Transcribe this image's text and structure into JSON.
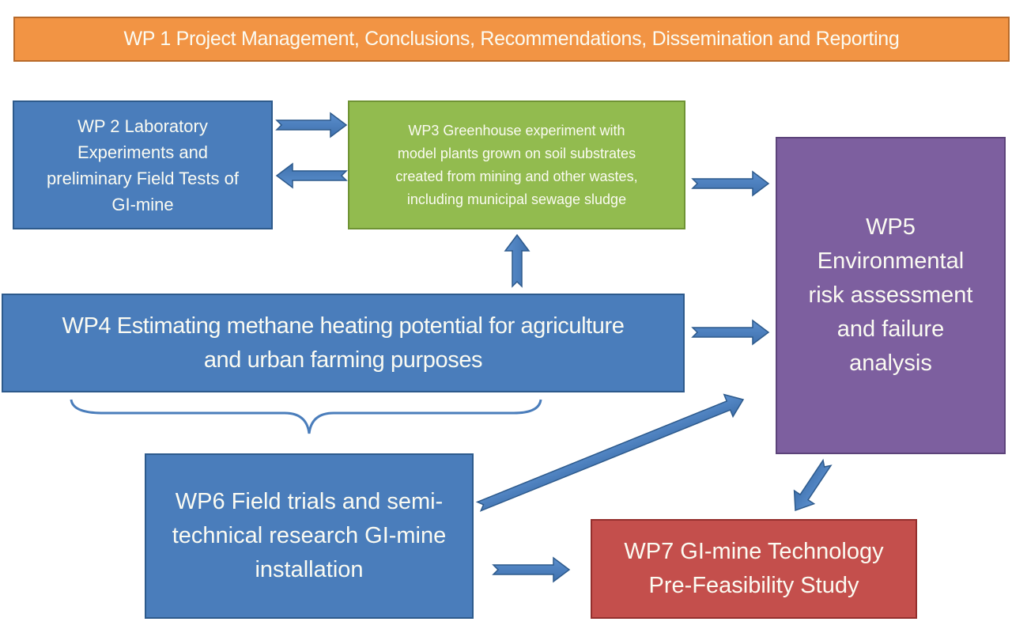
{
  "diagram": {
    "type": "work-package-flow",
    "colors": {
      "orange": "#f29444",
      "blue": "#4a7dbb",
      "green": "#92bb4f",
      "purple": "#7d5f9f",
      "red": "#c44f4c",
      "arrow": "#4a7dbb",
      "text": "#fbfbf2"
    },
    "nodes": {
      "wp1": {
        "label": "WP 1 Project Management, Conclusions, Recommendations, Dissemination and Reporting"
      },
      "wp2": {
        "lines": [
          "WP 2 Laboratory",
          "Experiments and",
          "preliminary Field Tests of",
          "GI-mine"
        ]
      },
      "wp3": {
        "lines": [
          "WP3 Greenhouse experiment with",
          "model plants grown on soil substrates",
          "created from mining and other wastes,",
          "including municipal sewage sludge"
        ]
      },
      "wp4": {
        "lines": [
          "WP4 Estimating methane heating potential for agriculture",
          "and urban farming purposes"
        ]
      },
      "wp5": {
        "lines": [
          "WP5",
          "Environmental",
          "risk assessment",
          "and failure",
          "analysis"
        ]
      },
      "wp6": {
        "lines": [
          "WP6 Field trials and semi-",
          "technical research GI-mine",
          "installation"
        ]
      },
      "wp7": {
        "lines": [
          "WP7 GI-mine Technology",
          "Pre-Feasibility Study"
        ]
      }
    },
    "edges": [
      {
        "from": "wp2",
        "to": "wp3"
      },
      {
        "from": "wp3",
        "to": "wp2"
      },
      {
        "from": "wp3",
        "to": "wp5"
      },
      {
        "from": "wp4",
        "to": "wp3"
      },
      {
        "from": "wp4",
        "to": "wp5"
      },
      {
        "from": "wp6",
        "to": "wp5"
      },
      {
        "from": "wp6",
        "to": "wp7"
      },
      {
        "from": "wp5",
        "to": "wp7"
      }
    ],
    "brace": {
      "groups": "wp4",
      "over": "wp6"
    }
  }
}
